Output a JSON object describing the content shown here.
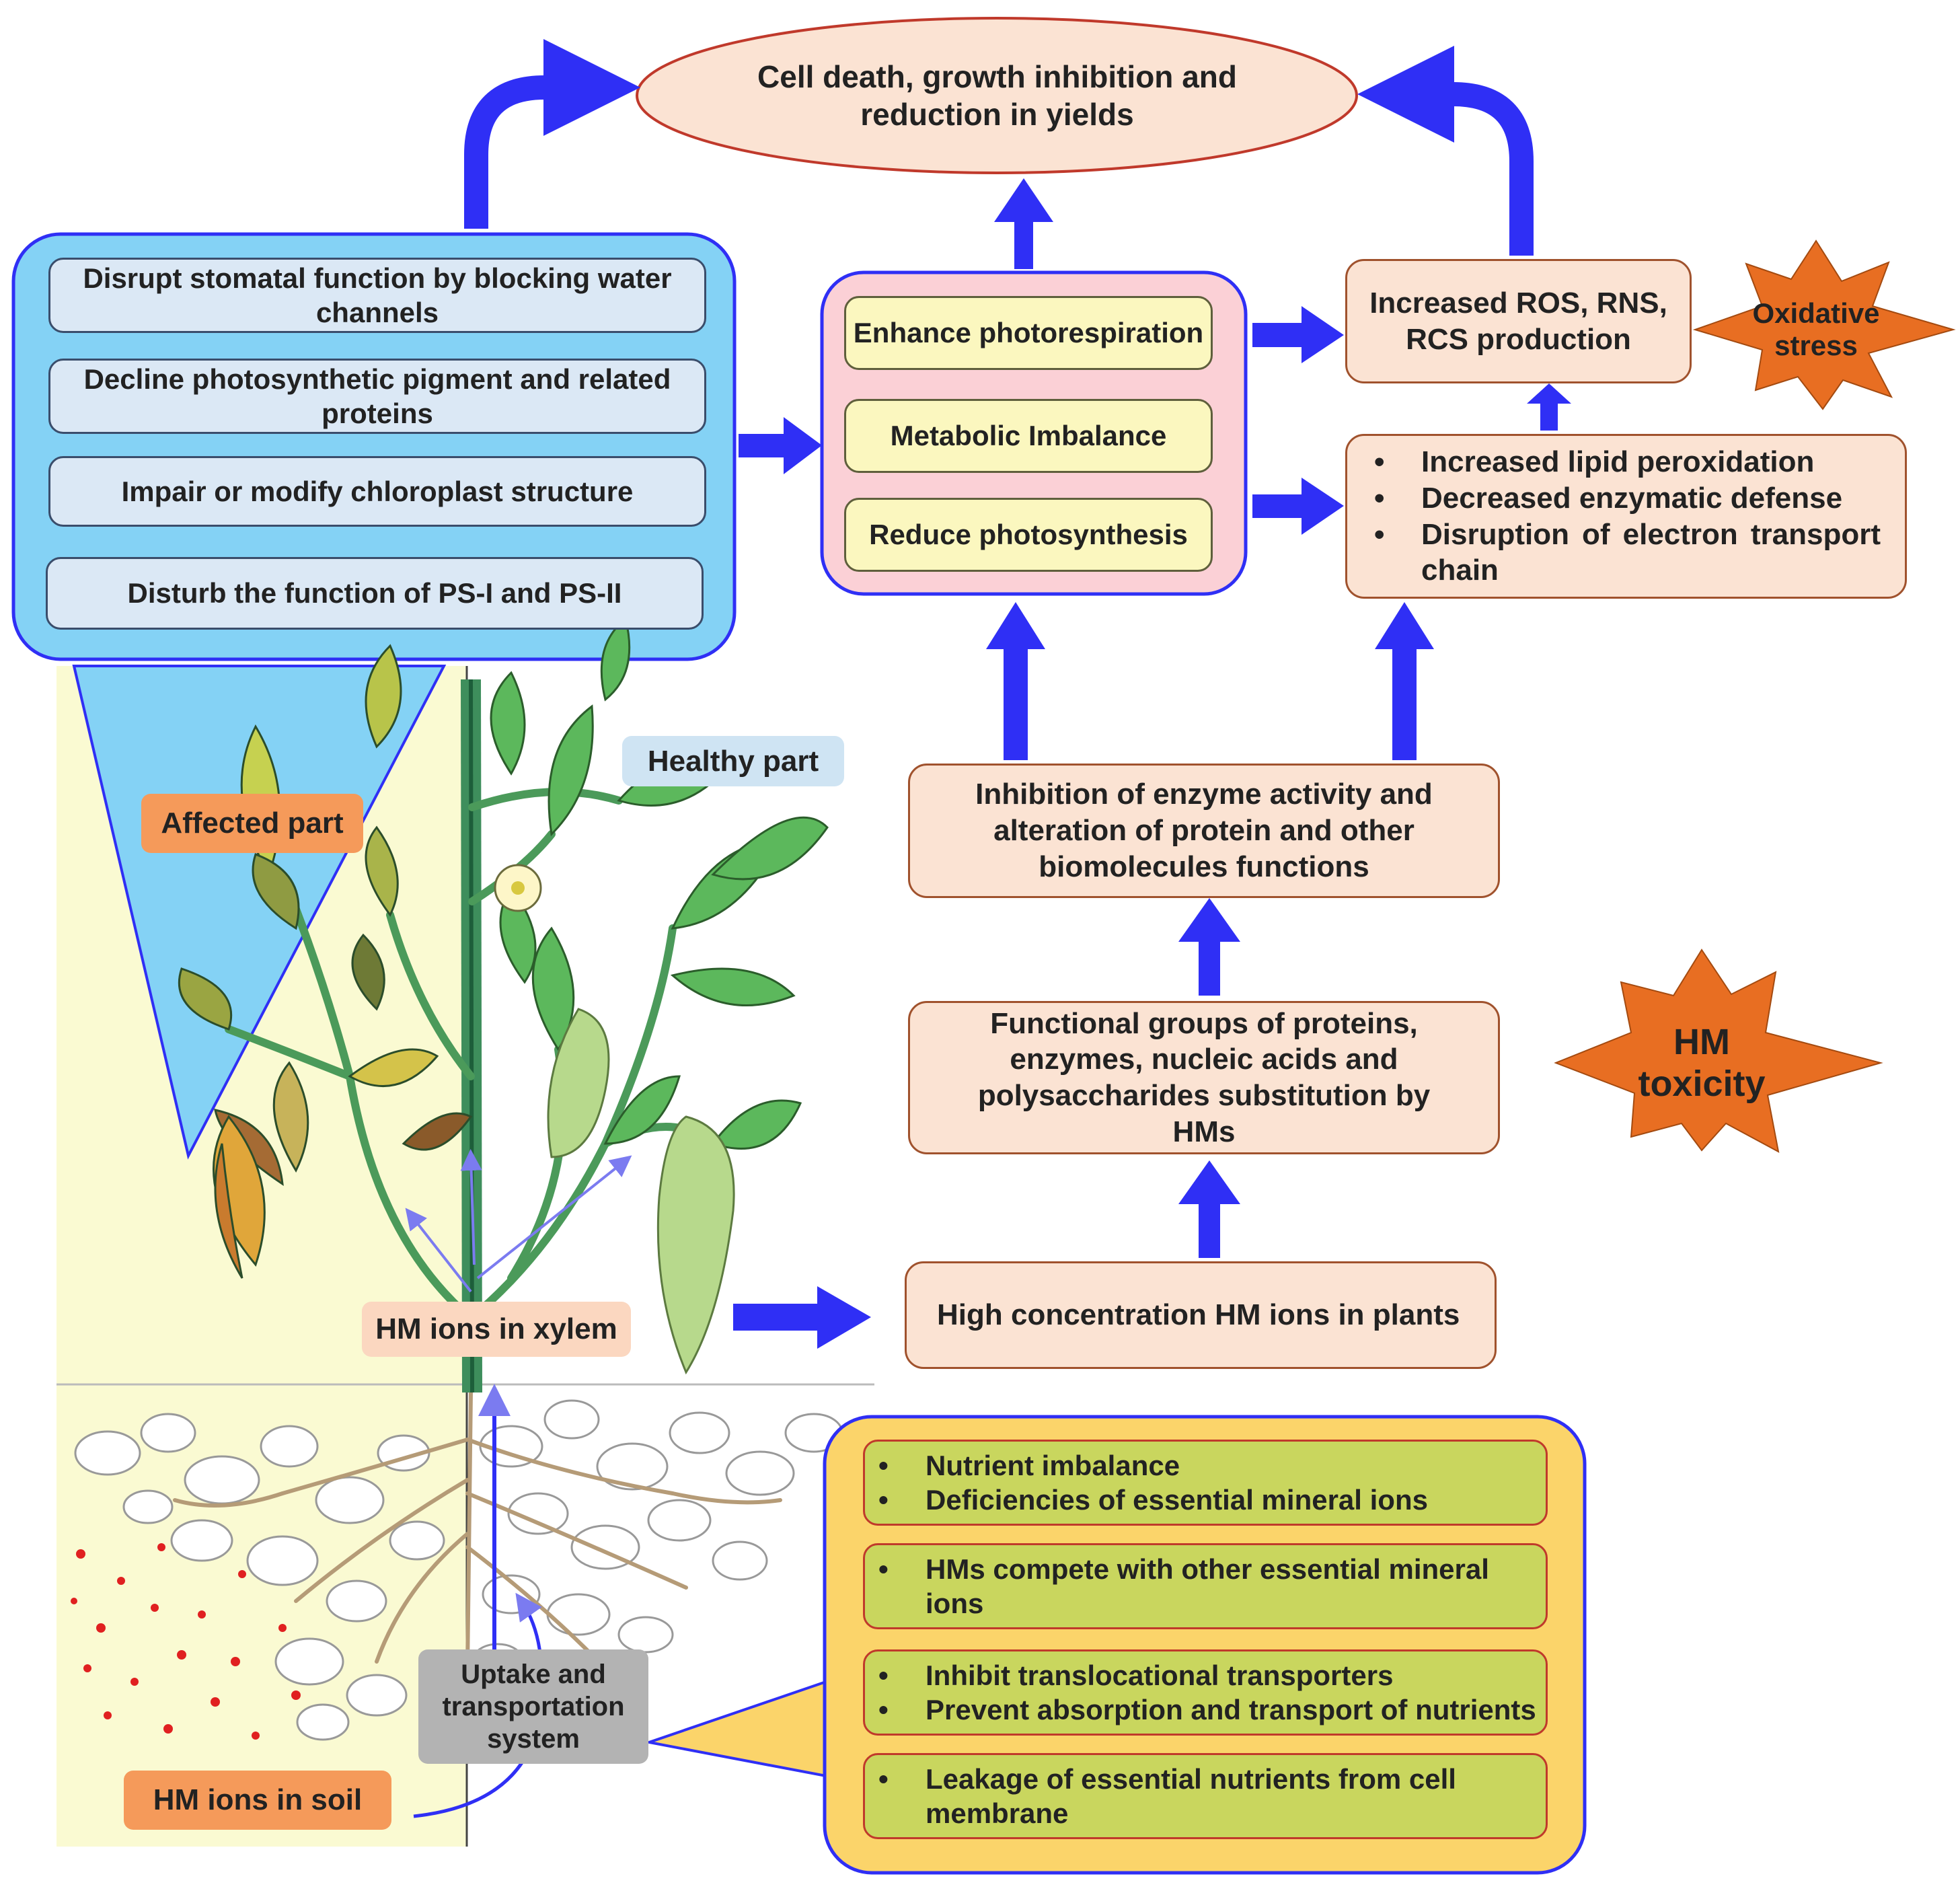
{
  "top": {
    "outcome": "Cell death, growth inhibition and reduction in yields"
  },
  "chloroplast_effects": [
    "Disrupt stomatal function by blocking water channels",
    "Decline photosynthetic pigment and related proteins",
    "Impair or modify chloroplast structure",
    "Disturb the function of PS-I and PS-II"
  ],
  "photo_effects": [
    "Enhance photorespiration",
    "Metabolic Imbalance",
    "Reduce photosynthesis"
  ],
  "ros": {
    "text": "Increased ROS, RNS, RCS production"
  },
  "oxidative": {
    "text": "Oxidative stress"
  },
  "lipid_effects": [
    "Increased lipid peroxidation",
    "Decreased enzymatic defense",
    "Disruption of electron transport chain"
  ],
  "enzyme": {
    "text": "Inhibition of enzyme activity and alteration of protein and other biomolecules functions"
  },
  "functional": {
    "text": "Functional groups of proteins, enzymes, nucleic acids and polysaccharides substitution by HMs"
  },
  "hm_toxicity": {
    "text": "HM toxicity"
  },
  "high_conc": {
    "text": "High concentration HM ions in plants"
  },
  "plant_labels": {
    "healthy": "Healthy part",
    "affected": "Affected part",
    "xylem": "HM ions in xylem",
    "soil": "HM ions in soil",
    "uptake": "Uptake and transportation system"
  },
  "nutrient_effects": [
    [
      "Nutrient imbalance",
      "Deficiencies of essential mineral ions"
    ],
    [
      "HMs compete with other essential mineral ions"
    ],
    [
      "Inhibit translocational transporters",
      "Prevent absorption and transport of nutrients"
    ],
    [
      "Leakage of essential nutrients from cell membrane"
    ]
  ],
  "colors": {
    "arrow": "#2f2ff5",
    "blue_panel": "#84d2f5",
    "pink_panel": "#fbd0d6",
    "yellow_panel": "#fbd46a",
    "burst": "#e86e22",
    "peach": "#fbe3d3",
    "leaf": "#5cb85c",
    "soil_bg": "#fafad2"
  }
}
